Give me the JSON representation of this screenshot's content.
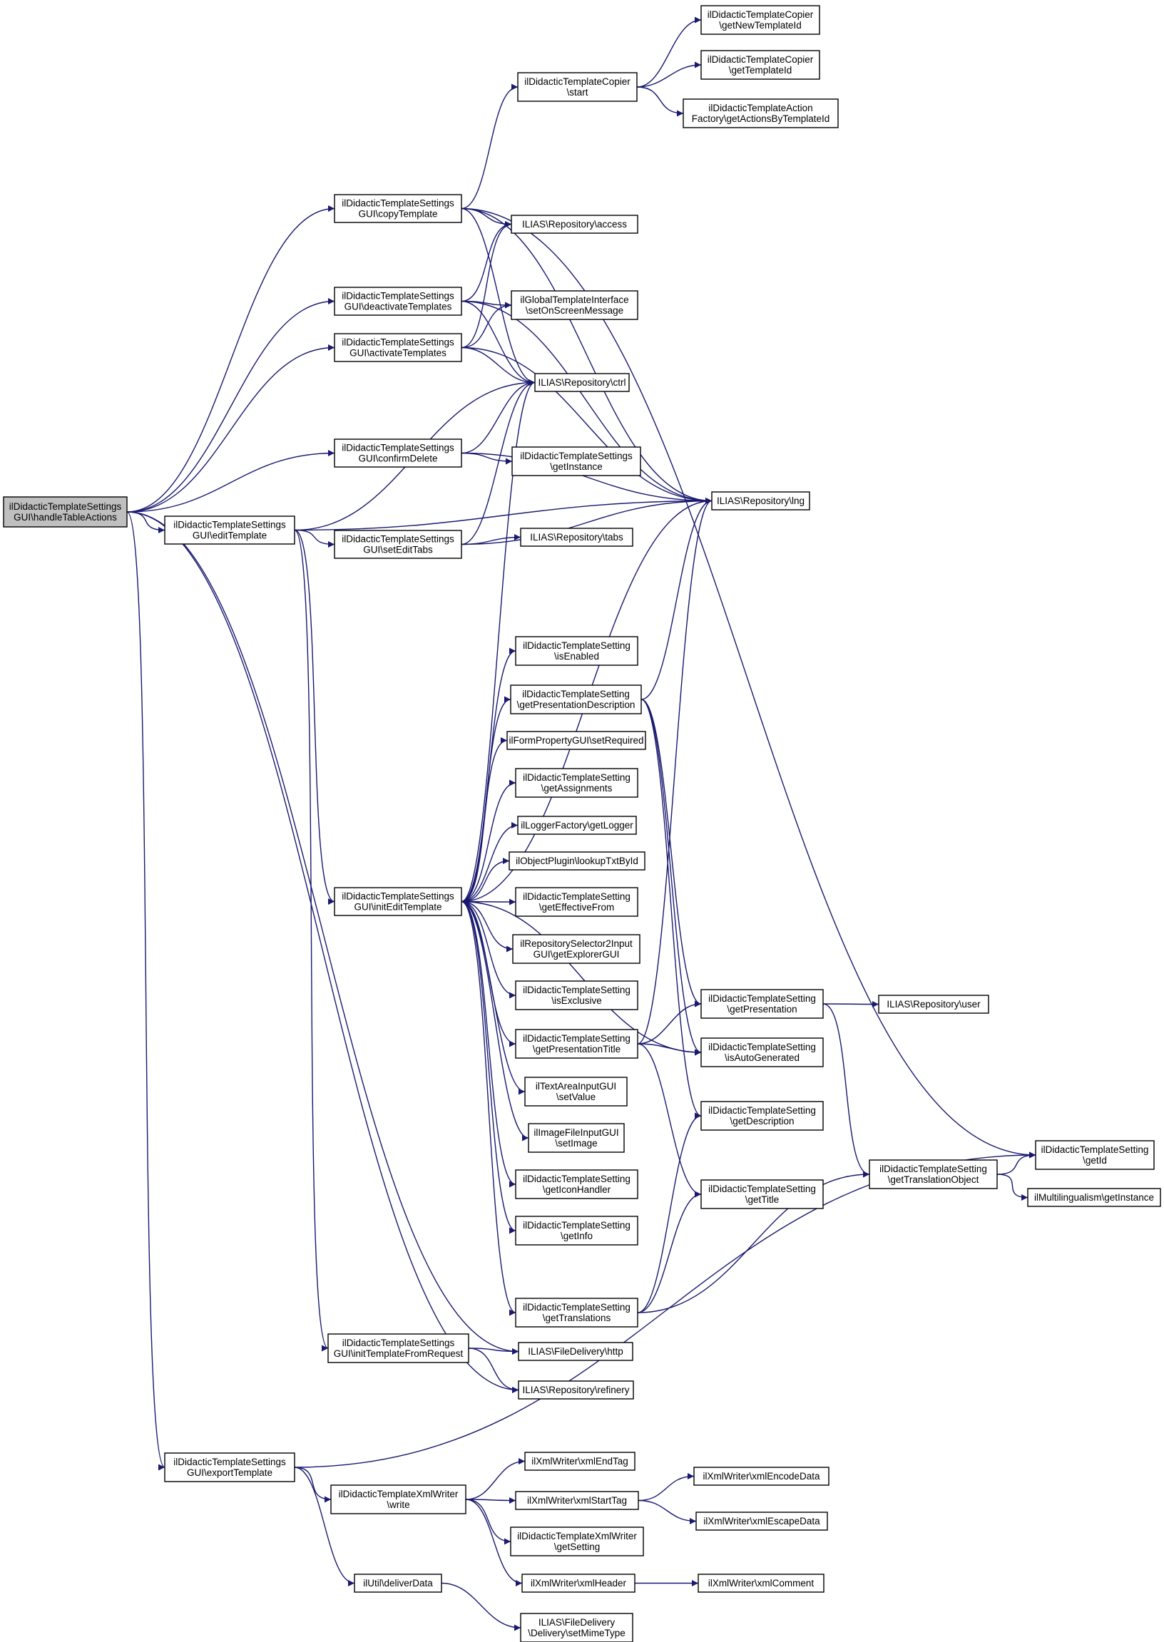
{
  "colors": {
    "edge": "#191970",
    "root_fill": "#bfbfbf",
    "node_fill": "#ffffff",
    "node_border": "#000000"
  },
  "nodes": [
    {
      "id": "handle",
      "lines": [
        "ilDidacticTemplateSettings",
        "GUI\\handleTableActions"
      ],
      "root": true
    },
    {
      "id": "copyTemplate",
      "lines": [
        "ilDidacticTemplateSettings",
        "GUI\\copyTemplate"
      ]
    },
    {
      "id": "deactivate",
      "lines": [
        "ilDidacticTemplateSettings",
        "GUI\\deactivateTemplates"
      ]
    },
    {
      "id": "activate",
      "lines": [
        "ilDidacticTemplateSettings",
        "GUI\\activateTemplates"
      ]
    },
    {
      "id": "confirmDelete",
      "lines": [
        "ilDidacticTemplateSettings",
        "GUI\\confirmDelete"
      ]
    },
    {
      "id": "editTemplate",
      "lines": [
        "ilDidacticTemplateSettings",
        "GUI\\editTemplate"
      ]
    },
    {
      "id": "setEditTabs",
      "lines": [
        "ilDidacticTemplateSettings",
        "GUI\\setEditTabs"
      ]
    },
    {
      "id": "initEdit",
      "lines": [
        "ilDidacticTemplateSettings",
        "GUI\\initEditTemplate"
      ]
    },
    {
      "id": "initFromReq",
      "lines": [
        "ilDidacticTemplateSettings",
        "GUI\\initTemplateFromRequest"
      ]
    },
    {
      "id": "exportTemplate",
      "lines": [
        "ilDidacticTemplateSettings",
        "GUI\\exportTemplate"
      ]
    },
    {
      "id": "copierStart",
      "lines": [
        "ilDidacticTemplateCopier",
        "\\start"
      ]
    },
    {
      "id": "copierNewId",
      "lines": [
        "ilDidacticTemplateCopier",
        "\\getNewTemplateId"
      ]
    },
    {
      "id": "copierTplId",
      "lines": [
        "ilDidacticTemplateCopier",
        "\\getTemplateId"
      ]
    },
    {
      "id": "actionFactory",
      "lines": [
        "ilDidacticTemplateAction",
        "Factory\\getActionsByTemplateId"
      ]
    },
    {
      "id": "access",
      "lines": [
        "ILIAS\\Repository\\access"
      ]
    },
    {
      "id": "onScreen",
      "lines": [
        "ilGlobalTemplateInterface",
        "\\setOnScreenMessage"
      ]
    },
    {
      "id": "ctrl",
      "lines": [
        "ILIAS\\Repository\\ctrl"
      ]
    },
    {
      "id": "settingsInstance",
      "lines": [
        "ilDidacticTemplateSettings",
        "\\getInstance"
      ]
    },
    {
      "id": "lng",
      "lines": [
        "ILIAS\\Repository\\lng"
      ]
    },
    {
      "id": "tabs",
      "lines": [
        "ILIAS\\Repository\\tabs"
      ]
    },
    {
      "id": "isEnabled",
      "lines": [
        "ilDidacticTemplateSetting",
        "\\isEnabled"
      ]
    },
    {
      "id": "getPresDesc",
      "lines": [
        "ilDidacticTemplateSetting",
        "\\getPresentationDescription"
      ]
    },
    {
      "id": "setRequired",
      "lines": [
        "ilFormPropertyGUI\\setRequired"
      ]
    },
    {
      "id": "getAssignments",
      "lines": [
        "ilDidacticTemplateSetting",
        "\\getAssignments"
      ]
    },
    {
      "id": "getLogger",
      "lines": [
        "ilLoggerFactory\\getLogger"
      ]
    },
    {
      "id": "lookupTxt",
      "lines": [
        "ilObjectPlugin\\lookupTxtById"
      ]
    },
    {
      "id": "effFrom",
      "lines": [
        "ilDidacticTemplateSetting",
        "\\getEffectiveFrom"
      ]
    },
    {
      "id": "explorerGUI",
      "lines": [
        "ilRepositorySelector2Input",
        "GUI\\getExplorerGUI"
      ]
    },
    {
      "id": "isExclusive",
      "lines": [
        "ilDidacticTemplateSetting",
        "\\isExclusive"
      ]
    },
    {
      "id": "presTitle",
      "lines": [
        "ilDidacticTemplateSetting",
        "\\getPresentationTitle"
      ]
    },
    {
      "id": "textArea",
      "lines": [
        "ilTextAreaInputGUI",
        "\\setValue"
      ]
    },
    {
      "id": "imageFile",
      "lines": [
        "ilImageFileInputGUI",
        "\\setImage"
      ]
    },
    {
      "id": "iconHandler",
      "lines": [
        "ilDidacticTemplateSetting",
        "\\getIconHandler"
      ]
    },
    {
      "id": "getInfo",
      "lines": [
        "ilDidacticTemplateSetting",
        "\\getInfo"
      ]
    },
    {
      "id": "translations",
      "lines": [
        "ilDidacticTemplateSetting",
        "\\getTranslations"
      ]
    },
    {
      "id": "http",
      "lines": [
        "ILIAS\\FileDelivery\\http"
      ]
    },
    {
      "id": "refinery",
      "lines": [
        "ILIAS\\Repository\\refinery"
      ]
    },
    {
      "id": "getPresentation",
      "lines": [
        "ilDidacticTemplateSetting",
        "\\getPresentation"
      ]
    },
    {
      "id": "isAuto",
      "lines": [
        "ilDidacticTemplateSetting",
        "\\isAutoGenerated"
      ]
    },
    {
      "id": "getDescription",
      "lines": [
        "ilDidacticTemplateSetting",
        "\\getDescription"
      ]
    },
    {
      "id": "getTitle",
      "lines": [
        "ilDidacticTemplateSetting",
        "\\getTitle"
      ]
    },
    {
      "id": "user",
      "lines": [
        "ILIAS\\Repository\\user"
      ]
    },
    {
      "id": "transObj",
      "lines": [
        "ilDidacticTemplateSetting",
        "\\getTranslationObject"
      ]
    },
    {
      "id": "getId",
      "lines": [
        "ilDidacticTemplateSetting",
        "\\getId"
      ]
    },
    {
      "id": "multiling",
      "lines": [
        "ilMultilingualism\\getInstance"
      ]
    },
    {
      "id": "xmlWrite",
      "lines": [
        "ilDidacticTemplateXmlWriter",
        "\\write"
      ]
    },
    {
      "id": "xmlEndTag",
      "lines": [
        "ilXmlWriter\\xmlEndTag"
      ]
    },
    {
      "id": "xmlStartTag",
      "lines": [
        "ilXmlWriter\\xmlStartTag"
      ]
    },
    {
      "id": "xmlGetSetting",
      "lines": [
        "ilDidacticTemplateXmlWriter",
        "\\getSetting"
      ]
    },
    {
      "id": "xmlHeader",
      "lines": [
        "ilXmlWriter\\xmlHeader"
      ]
    },
    {
      "id": "xmlEncode",
      "lines": [
        "ilXmlWriter\\xmlEncodeData"
      ]
    },
    {
      "id": "xmlEscape",
      "lines": [
        "ilXmlWriter\\xmlEscapeData"
      ]
    },
    {
      "id": "xmlComment",
      "lines": [
        "ilXmlWriter\\xmlComment"
      ]
    },
    {
      "id": "deliverData",
      "lines": [
        "ilUtil\\deliverData"
      ]
    },
    {
      "id": "mimeType",
      "lines": [
        "ILIAS\\FileDelivery",
        "\\Delivery\\setMimeType"
      ]
    }
  ],
  "edges": [
    [
      "handle",
      "copyTemplate"
    ],
    [
      "handle",
      "deactivate"
    ],
    [
      "handle",
      "activate"
    ],
    [
      "handle",
      "confirmDelete"
    ],
    [
      "handle",
      "editTemplate"
    ],
    [
      "handle",
      "http"
    ],
    [
      "handle",
      "refinery"
    ],
    [
      "handle",
      "exportTemplate"
    ],
    [
      "copyTemplate",
      "copierStart"
    ],
    [
      "copyTemplate",
      "access"
    ],
    [
      "copyTemplate",
      "ctrl"
    ],
    [
      "copyTemplate",
      "lng"
    ],
    [
      "copyTemplate",
      "getId"
    ],
    [
      "copierStart",
      "copierNewId"
    ],
    [
      "copierStart",
      "copierTplId"
    ],
    [
      "copierStart",
      "actionFactory"
    ],
    [
      "deactivate",
      "access"
    ],
    [
      "deactivate",
      "onScreen"
    ],
    [
      "deactivate",
      "ctrl"
    ],
    [
      "deactivate",
      "lng"
    ],
    [
      "activate",
      "access"
    ],
    [
      "activate",
      "onScreen"
    ],
    [
      "activate",
      "ctrl"
    ],
    [
      "activate",
      "lng"
    ],
    [
      "confirmDelete",
      "ctrl"
    ],
    [
      "confirmDelete",
      "settingsInstance"
    ],
    [
      "confirmDelete",
      "lng"
    ],
    [
      "editTemplate",
      "ctrl"
    ],
    [
      "editTemplate",
      "lng"
    ],
    [
      "editTemplate",
      "setEditTabs"
    ],
    [
      "editTemplate",
      "initEdit"
    ],
    [
      "editTemplate",
      "initFromReq"
    ],
    [
      "setEditTabs",
      "ctrl"
    ],
    [
      "setEditTabs",
      "tabs"
    ],
    [
      "setEditTabs",
      "lng"
    ],
    [
      "initEdit",
      "ctrl"
    ],
    [
      "initEdit",
      "lng"
    ],
    [
      "initEdit",
      "isEnabled"
    ],
    [
      "initEdit",
      "getPresDesc"
    ],
    [
      "initEdit",
      "setRequired"
    ],
    [
      "initEdit",
      "getAssignments"
    ],
    [
      "initEdit",
      "getLogger"
    ],
    [
      "initEdit",
      "lookupTxt"
    ],
    [
      "initEdit",
      "effFrom"
    ],
    [
      "initEdit",
      "explorerGUI"
    ],
    [
      "initEdit",
      "isExclusive"
    ],
    [
      "initEdit",
      "presTitle"
    ],
    [
      "initEdit",
      "textArea"
    ],
    [
      "initEdit",
      "imageFile"
    ],
    [
      "initEdit",
      "iconHandler"
    ],
    [
      "initEdit",
      "getInfo"
    ],
    [
      "initEdit",
      "translations"
    ],
    [
      "initEdit",
      "isAuto"
    ],
    [
      "getPresDesc",
      "lng"
    ],
    [
      "getPresDesc",
      "getPresentation"
    ],
    [
      "getPresDesc",
      "isAuto"
    ],
    [
      "getPresDesc",
      "getDescription"
    ],
    [
      "presTitle",
      "lng"
    ],
    [
      "presTitle",
      "getPresentation"
    ],
    [
      "presTitle",
      "isAuto"
    ],
    [
      "presTitle",
      "getTitle"
    ],
    [
      "translations",
      "getDescription"
    ],
    [
      "translations",
      "getTitle"
    ],
    [
      "translations",
      "transObj"
    ],
    [
      "getPresentation",
      "user"
    ],
    [
      "getPresentation",
      "transObj"
    ],
    [
      "transObj",
      "getId"
    ],
    [
      "transObj",
      "multiling"
    ],
    [
      "initFromReq",
      "http"
    ],
    [
      "initFromReq",
      "refinery"
    ],
    [
      "exportTemplate",
      "getId"
    ],
    [
      "exportTemplate",
      "xmlWrite"
    ],
    [
      "exportTemplate",
      "deliverData"
    ],
    [
      "xmlWrite",
      "xmlEndTag"
    ],
    [
      "xmlWrite",
      "xmlStartTag"
    ],
    [
      "xmlWrite",
      "xmlGetSetting"
    ],
    [
      "xmlWrite",
      "xmlHeader"
    ],
    [
      "xmlStartTag",
      "xmlEncode"
    ],
    [
      "xmlStartTag",
      "xmlEscape"
    ],
    [
      "xmlHeader",
      "xmlComment"
    ],
    [
      "deliverData",
      "mimeType"
    ]
  ]
}
